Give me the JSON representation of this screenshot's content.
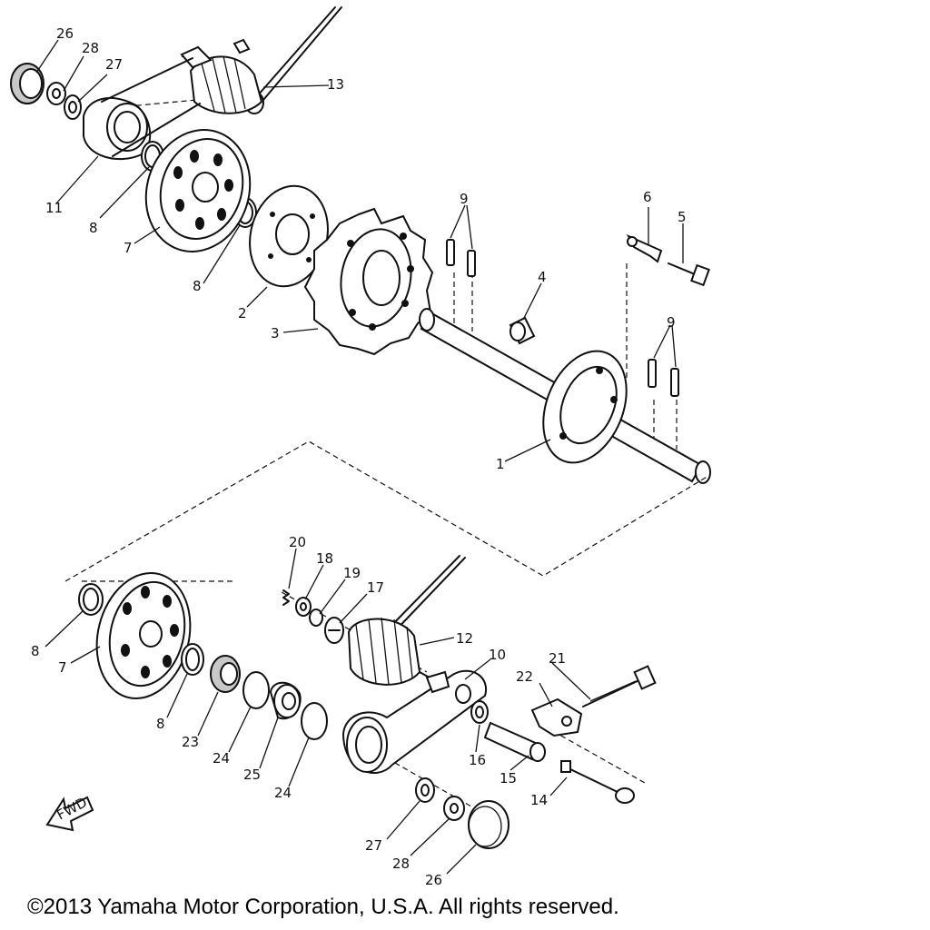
{
  "callouts": [
    {
      "id": "c26a",
      "text": "26"
    },
    {
      "id": "c28a",
      "text": "28"
    },
    {
      "id": "c27a",
      "text": "27"
    },
    {
      "id": "c13",
      "text": "13"
    },
    {
      "id": "c11",
      "text": "11"
    },
    {
      "id": "c8a",
      "text": "8"
    },
    {
      "id": "c7a",
      "text": "7"
    },
    {
      "id": "c8b",
      "text": "8"
    },
    {
      "id": "c2",
      "text": "2"
    },
    {
      "id": "c3",
      "text": "3"
    },
    {
      "id": "c9a",
      "text": "9"
    },
    {
      "id": "c4",
      "text": "4"
    },
    {
      "id": "c6",
      "text": "6"
    },
    {
      "id": "c5",
      "text": "5"
    },
    {
      "id": "c9b",
      "text": "9"
    },
    {
      "id": "c1",
      "text": "1"
    },
    {
      "id": "c20",
      "text": "20"
    },
    {
      "id": "c18",
      "text": "18"
    },
    {
      "id": "c19",
      "text": "19"
    },
    {
      "id": "c17",
      "text": "17"
    },
    {
      "id": "c12",
      "text": "12"
    },
    {
      "id": "c10",
      "text": "10"
    },
    {
      "id": "c21",
      "text": "21"
    },
    {
      "id": "c22",
      "text": "22"
    },
    {
      "id": "c8c",
      "text": "8"
    },
    {
      "id": "c7b",
      "text": "7"
    },
    {
      "id": "c8d",
      "text": "8"
    },
    {
      "id": "c23",
      "text": "23"
    },
    {
      "id": "c24a",
      "text": "24"
    },
    {
      "id": "c25",
      "text": "25"
    },
    {
      "id": "c24b",
      "text": "24"
    },
    {
      "id": "c16",
      "text": "16"
    },
    {
      "id": "c15",
      "text": "15"
    },
    {
      "id": "c14",
      "text": "14"
    },
    {
      "id": "c27b",
      "text": "27"
    },
    {
      "id": "c28b",
      "text": "28"
    },
    {
      "id": "c26b",
      "text": "26"
    }
  ],
  "fwd_label": "FWD",
  "copyright": "©2013 Yamaha Motor Corporation, U.S.A. All rights reserved."
}
